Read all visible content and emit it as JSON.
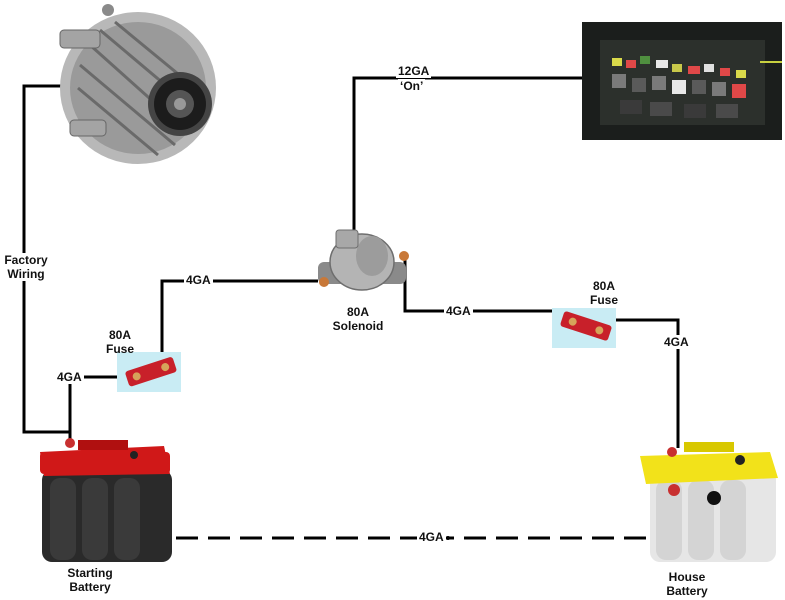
{
  "wires": {
    "factory_wiring": "Factory\nWiring",
    "wire_12ga": "12GA",
    "wire_12ga_on": "‘On’",
    "wire_start_fuse": "4GA",
    "wire_fuse_solenoid": "4GA",
    "wire_solenoid_fuse": "4GA",
    "wire_fuse_house": "4GA",
    "wire_ground": "4GA"
  },
  "components": {
    "fuse_left": {
      "line1": "80A",
      "line2": "Fuse"
    },
    "fuse_right": {
      "line1": "80A",
      "line2": "Fuse"
    },
    "solenoid": {
      "line1": "80A",
      "line2": "Solenoid"
    },
    "starting_battery": {
      "line1": "Starting",
      "line2": "Battery"
    },
    "house_battery": {
      "line1": "House",
      "line2": "Battery"
    }
  },
  "colors": {
    "wire": "#000000",
    "fuse_highlight": "#c9ecf4",
    "fuse_body": "#c8202a",
    "starting_battery_top": "#d01818",
    "house_battery_top": "#f2e21a",
    "battery_case": "#2a2a2a",
    "house_case": "#e6e6e6"
  },
  "icons": [
    "alternator-icon",
    "fuse-box-photo",
    "solenoid-icon",
    "fuse-icon",
    "battery-icon"
  ]
}
